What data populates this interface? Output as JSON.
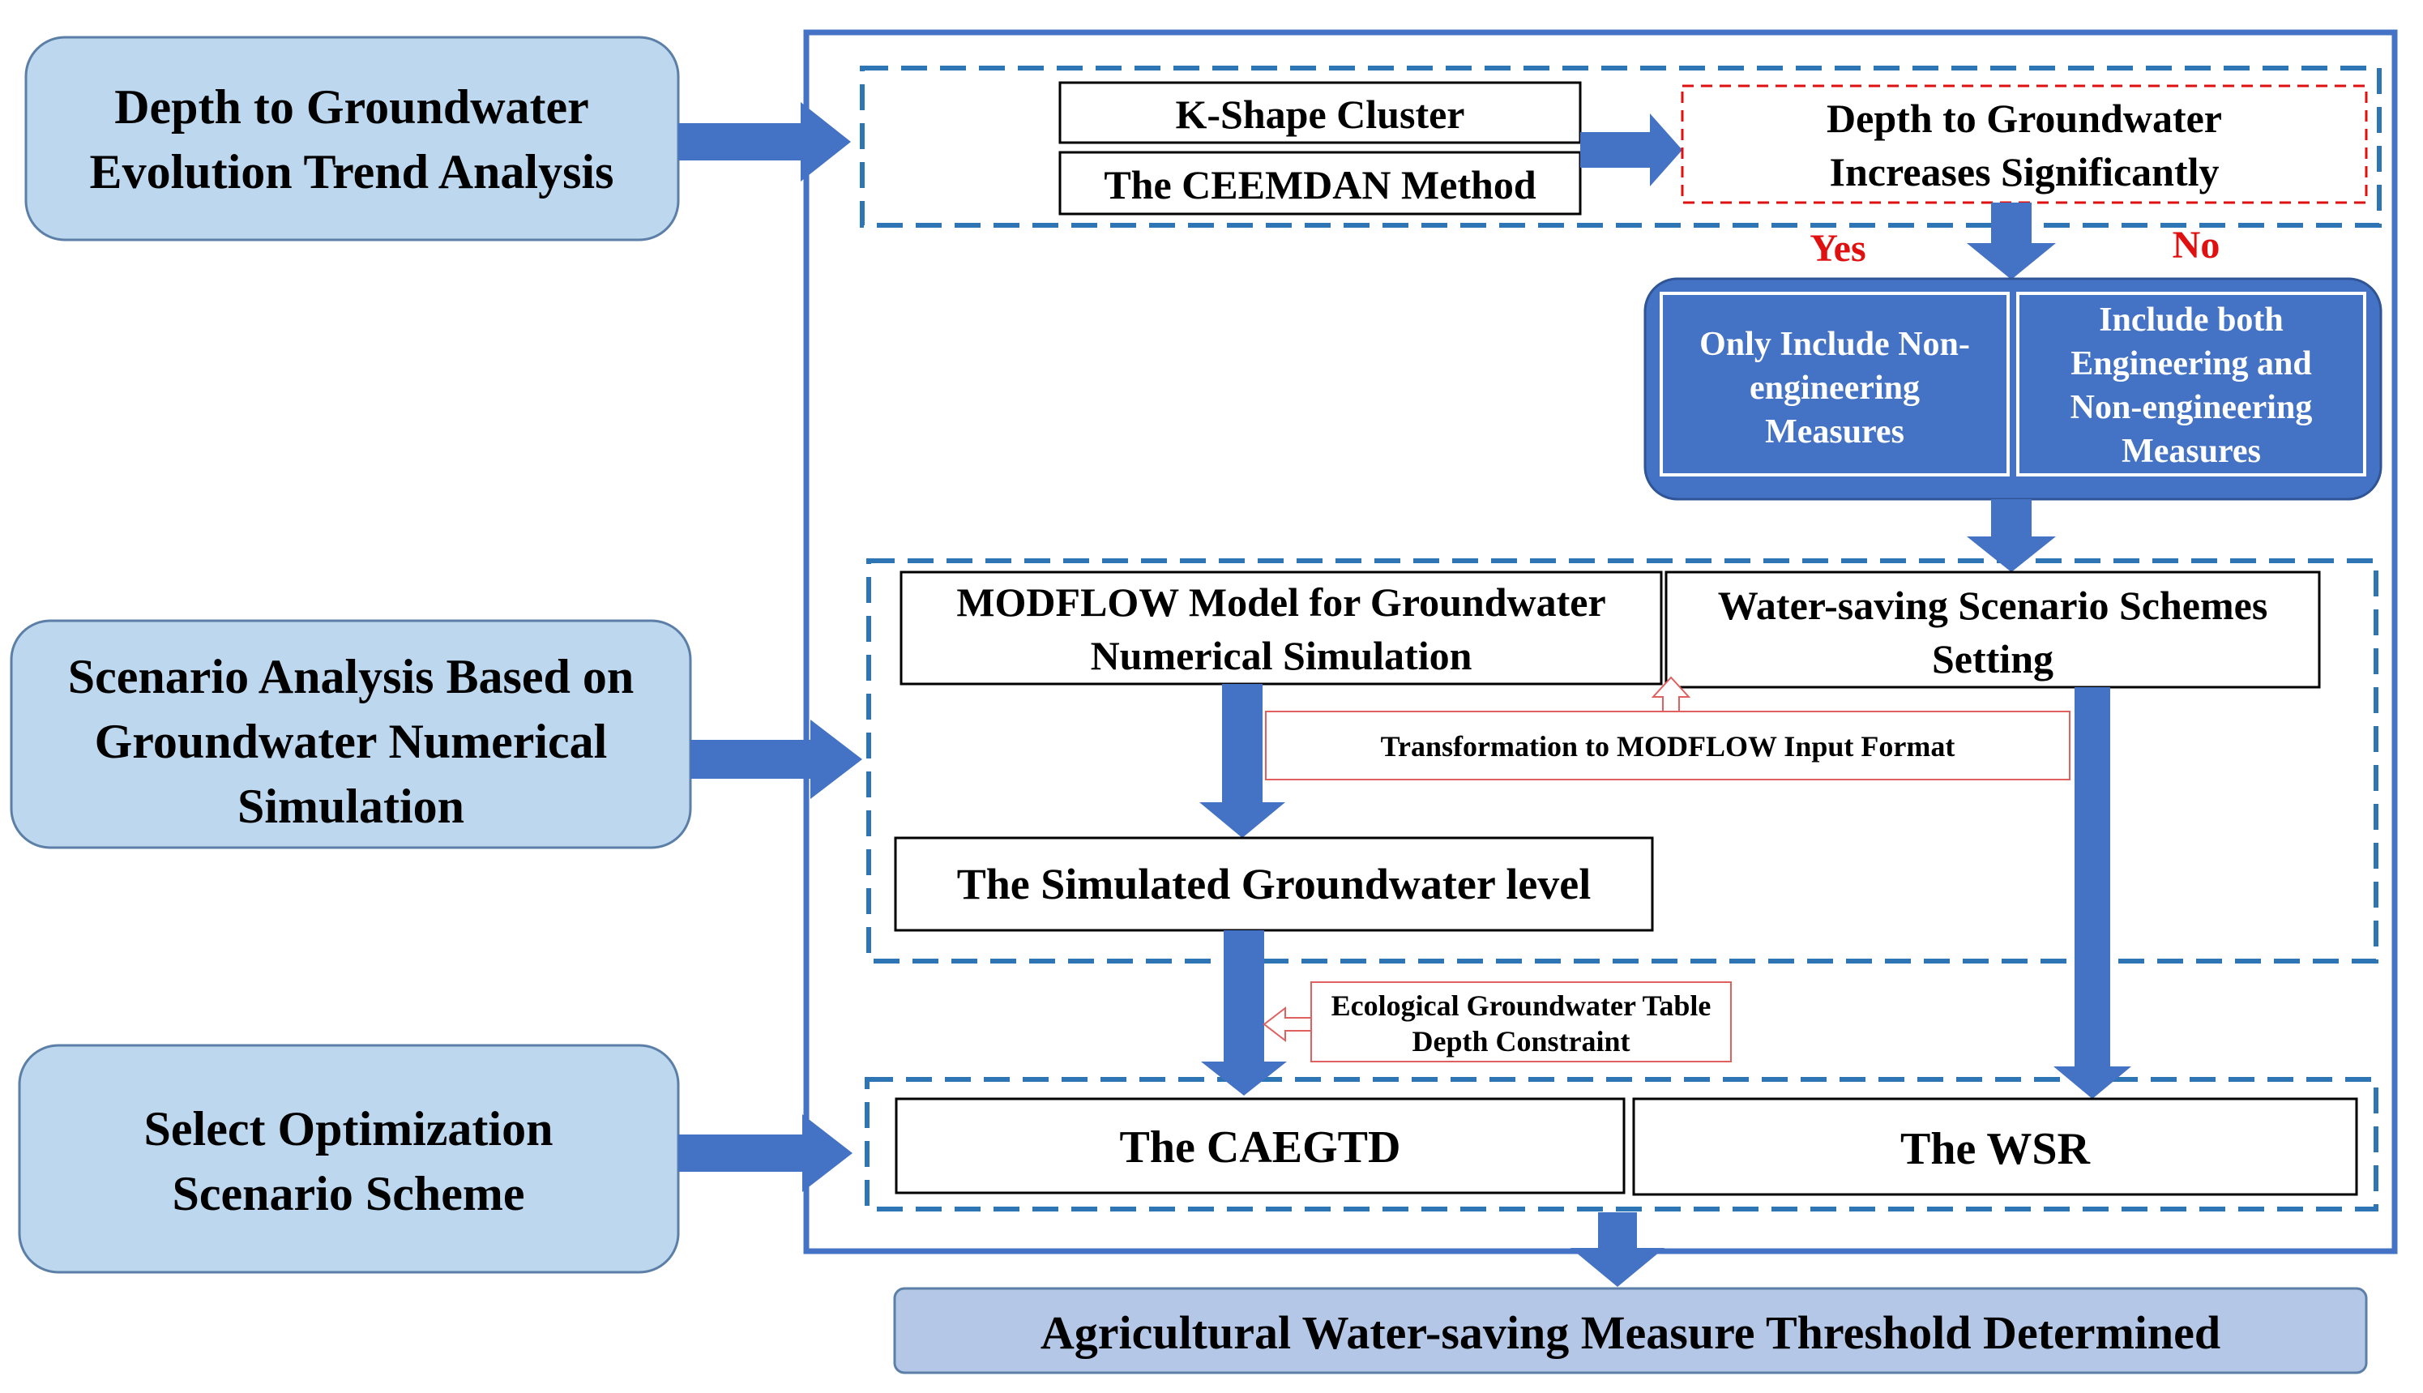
{
  "left_stages": {
    "stage1": {
      "line1": "Depth to Groundwater",
      "line2": "Evolution Trend Analysis"
    },
    "stage2": {
      "line1": "Scenario Analysis Based on",
      "line2": "Groundwater Numerical",
      "line3": "Simulation"
    },
    "stage3": {
      "line1": "Select Optimization",
      "line2": "Scenario Scheme"
    }
  },
  "section1": {
    "kshape": "K-Shape Cluster",
    "ceemdan": "The CEEMDAN Method",
    "decision": {
      "line1": "Depth to Groundwater",
      "line2": "Increases Significantly"
    },
    "yes_label": "Yes",
    "no_label": "No",
    "option_yes": {
      "line1": "Only Include Non-",
      "line2": "engineering",
      "line3": "Measures"
    },
    "option_no": {
      "line1": "Include both",
      "line2": "Engineering and",
      "line3": "Non-engineering",
      "line4": "Measures"
    }
  },
  "section2": {
    "modflow": {
      "line1": "MODFLOW Model for Groundwater",
      "line2": "Numerical Simulation"
    },
    "water_saving": {
      "line1": "Water-saving Scenario Schemes",
      "line2": "Setting"
    },
    "transformation": "Transformation to MODFLOW Input Format",
    "simulated": "The Simulated Groundwater level"
  },
  "constraint": {
    "line1": "Ecological Groundwater Table",
    "line2": "Depth Constraint"
  },
  "section3": {
    "caegtd": "The CAEGTD",
    "wsr": "The WSR"
  },
  "final": "Agricultural Water-saving Measure Threshold Determined",
  "colors": {
    "stage_fill": "#bdd7ee",
    "stage_border": "#5b7fa6",
    "arrow_blue": "#4472c4",
    "frame_blue": "#4472c4",
    "dash_blue": "#2e75b6",
    "red": "#e01010",
    "red_light": "#e06060",
    "final_fill": "#b4c7e7"
  }
}
